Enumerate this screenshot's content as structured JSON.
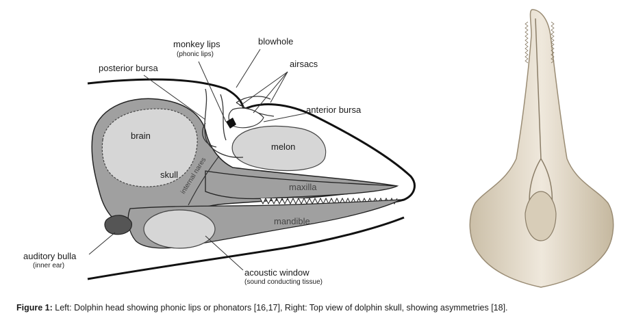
{
  "diagram": {
    "labels": {
      "monkey_lips": "monkey lips",
      "phonic_lips": "(phonic lips)",
      "blowhole": "blowhole",
      "posterior_bursa": "posterior bursa",
      "airsacs": "airsacs",
      "anterior_bursa": "anterior bursa",
      "brain": "brain",
      "melon": "melon",
      "skull": "skull",
      "maxilla": "maxilla",
      "internal_nares": "internal nares",
      "mandible": "mandible",
      "auditory_bulla": "auditory bulla",
      "inner_ear": "(inner ear)",
      "acoustic_window": "acoustic window",
      "sound_conducting": "(sound conducting tissue)"
    },
    "colors": {
      "tissue_dark": "#a0a0a0",
      "tissue_light": "#d6d6d6",
      "bone_light": "#efe8dc"
    }
  },
  "caption": {
    "prefix": "Figure 1:",
    "text": " Left: Dolphin head showing phonic lips or phonators [16,17], Right: Top view of dolphin skull, showing asymmetries [18]."
  }
}
